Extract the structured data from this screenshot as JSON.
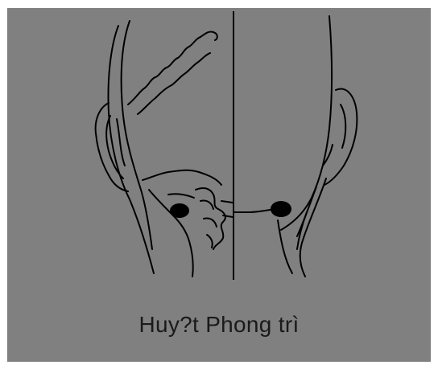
{
  "diagram": {
    "caption": "Huy?t Phong trì",
    "colors": {
      "background": "#808080",
      "frame": "#ffffff",
      "ink": "#000000"
    },
    "elements": [
      "head-left-profile",
      "head-right-profile",
      "midline",
      "acupoint-marker-left",
      "acupoint-marker-right"
    ]
  }
}
